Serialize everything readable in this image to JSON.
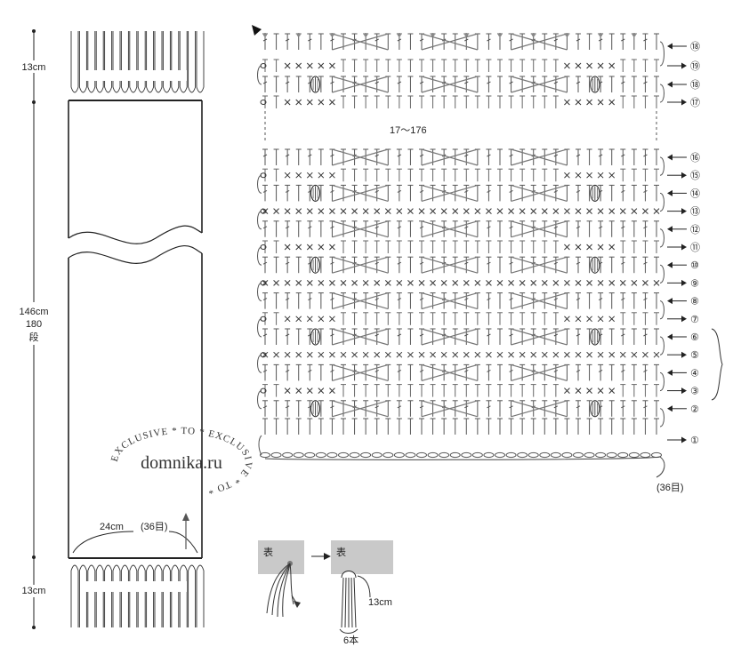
{
  "scarf": {
    "fringe_top_length": "13cm",
    "body_length": "146cm",
    "body_rows": "180",
    "body_rows_unit": "段",
    "fringe_bottom_length": "13cm",
    "width": "24cm",
    "width_stitches": "(36目)"
  },
  "chart": {
    "repeat_label": "17〜176",
    "foundation_stitches": "(36目)",
    "rows_lower": [
      {
        "num": "⑯",
        "dir": "left"
      },
      {
        "num": "⑮",
        "dir": "right"
      },
      {
        "num": "⑭",
        "dir": "left"
      },
      {
        "num": "⑬",
        "dir": "right"
      },
      {
        "num": "⑫",
        "dir": "left"
      },
      {
        "num": "⑪",
        "dir": "right"
      },
      {
        "num": "⑩",
        "dir": "left"
      },
      {
        "num": "⑨",
        "dir": "right"
      },
      {
        "num": "⑧",
        "dir": "left"
      },
      {
        "num": "⑦",
        "dir": "right"
      },
      {
        "num": "⑥",
        "dir": "left"
      },
      {
        "num": "⑤",
        "dir": "right"
      },
      {
        "num": "④",
        "dir": "left"
      },
      {
        "num": "③",
        "dir": "right"
      },
      {
        "num": "②",
        "dir": "left"
      },
      {
        "num": "①",
        "dir": "right"
      }
    ],
    "rows_upper": [
      {
        "num": "⑱",
        "dir": "left"
      },
      {
        "num": "⑲",
        "dir": "right"
      },
      {
        "num": "⑱",
        "dir": "left"
      },
      {
        "num": "⑰",
        "dir": "right"
      }
    ]
  },
  "fringe_detail": {
    "side_label_1": "表",
    "side_label_2": "表",
    "length": "13cm",
    "strands": "6本"
  },
  "watermark": {
    "site": "domnika.ru",
    "ring_text": "EXCLUSIVE * TO * EXCLUSIVE * TO *"
  }
}
